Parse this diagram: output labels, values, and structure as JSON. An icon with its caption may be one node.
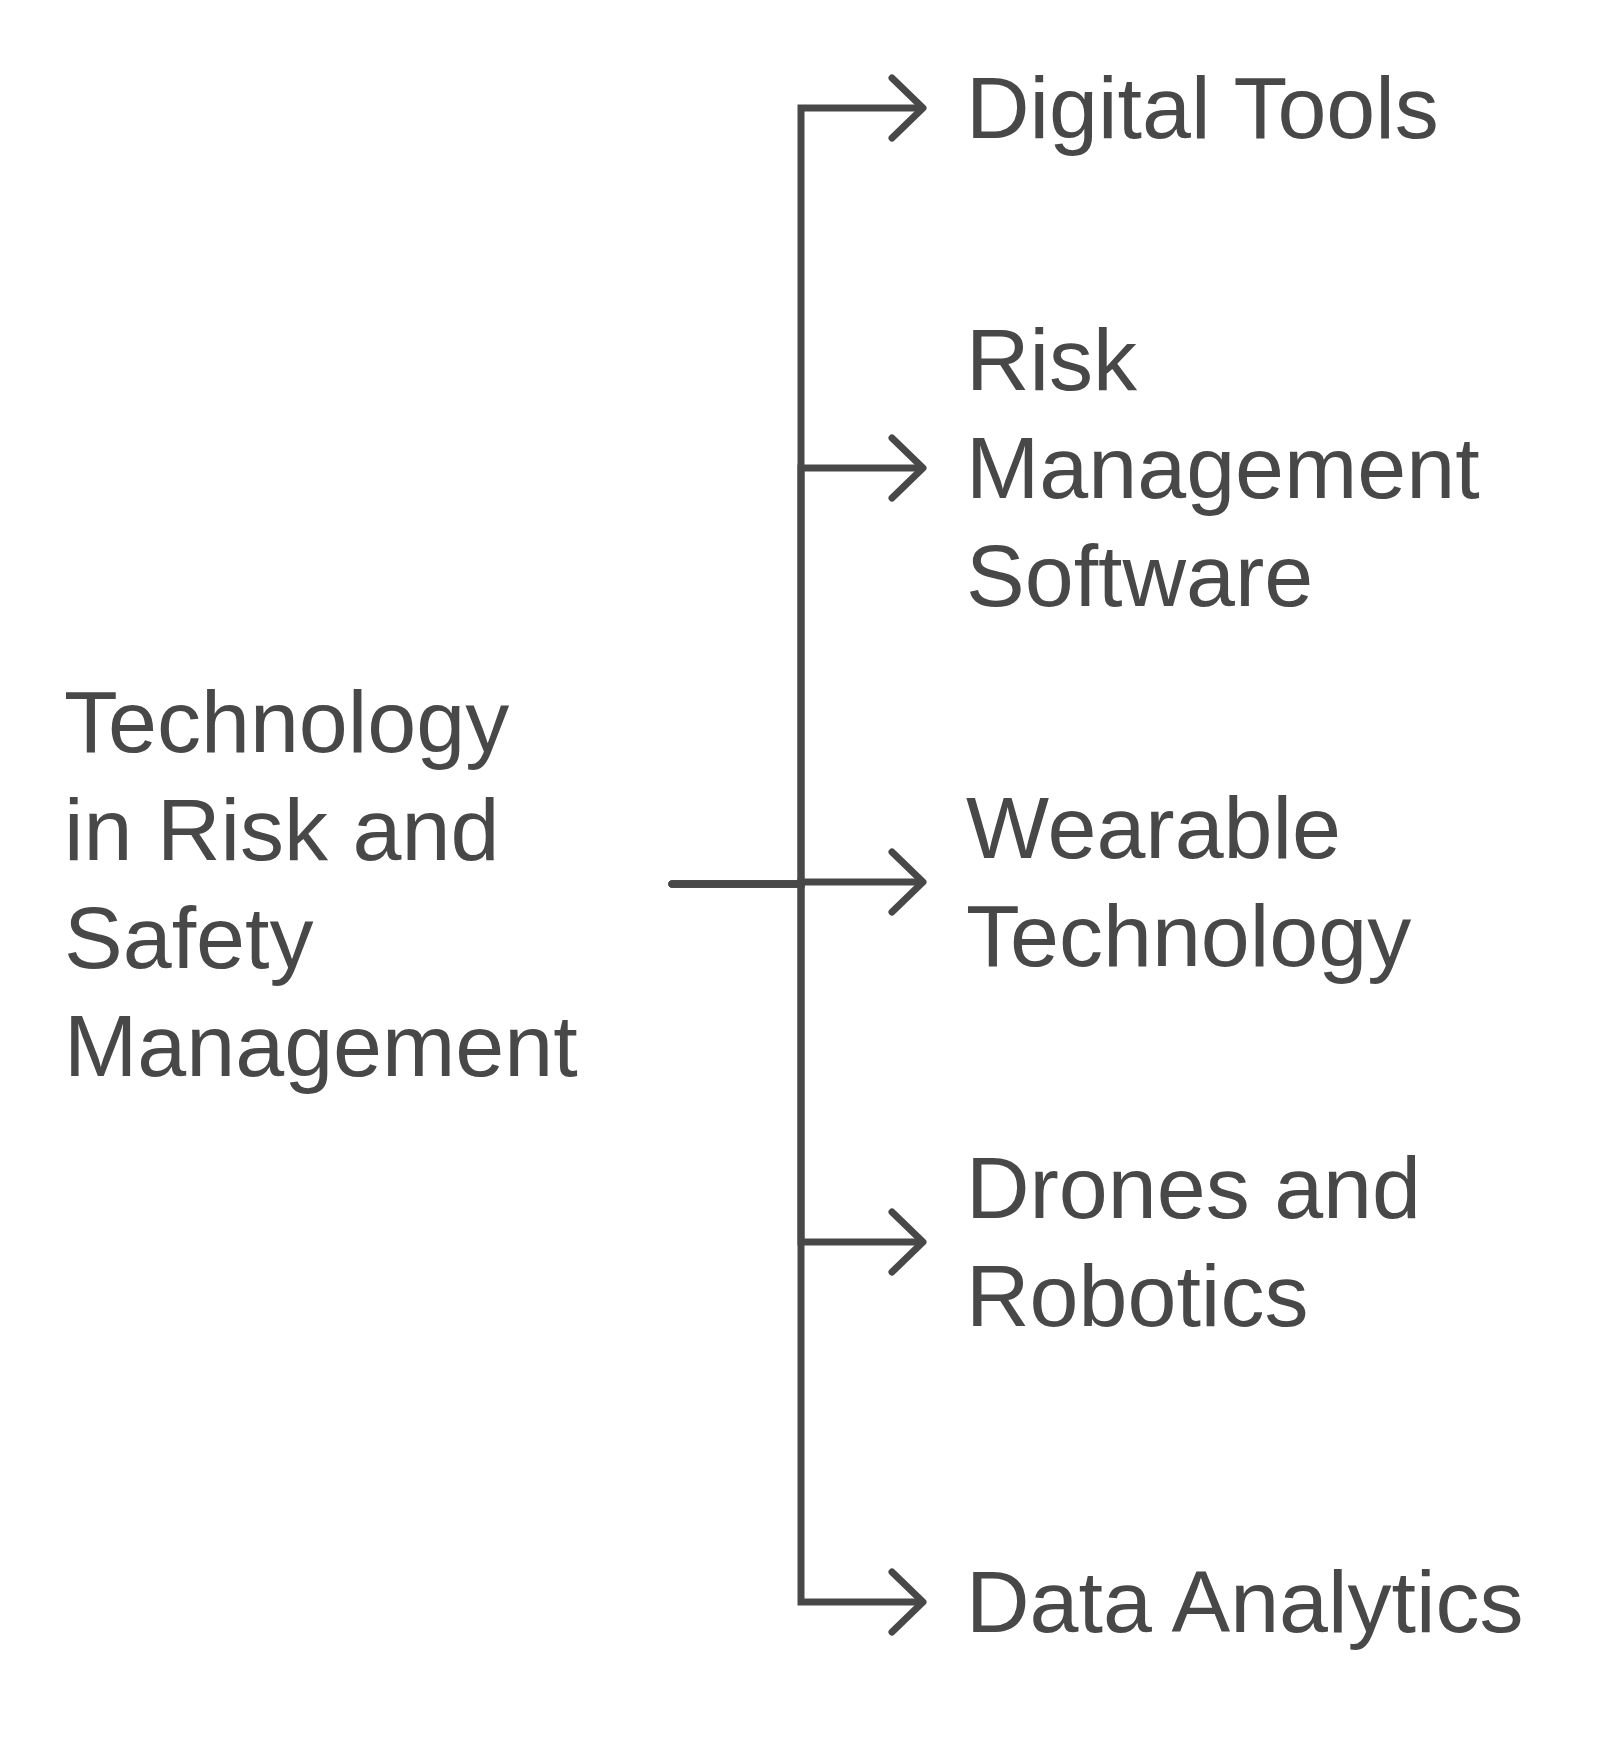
{
  "diagram": {
    "nodes": [
      {
        "text": [
          "Technology in Risk and Safety Management"
        ]
      },
      {
        "text": [
          "Digital Tools"
        ]
      },
      {
        "text": [
          "Risk Management Software"
        ]
      },
      {
        "text": [
          "Wearable Technology"
        ]
      },
      {
        "text": [
          "Drones and Robotics"
        ]
      },
      {
        "text": [
          "Data Analytics"
        ]
      }
    ],
    "edges": [
      {
        "from": 0,
        "to": 1,
        "arrow": "to"
      },
      {
        "from": 0,
        "to": 2,
        "arrow": "to"
      },
      {
        "from": 0,
        "to": 3,
        "arrow": "to"
      },
      {
        "from": 0,
        "to": 4,
        "arrow": "to"
      },
      {
        "from": 0,
        "to": 5,
        "arrow": "to"
      }
    ]
  }
}
